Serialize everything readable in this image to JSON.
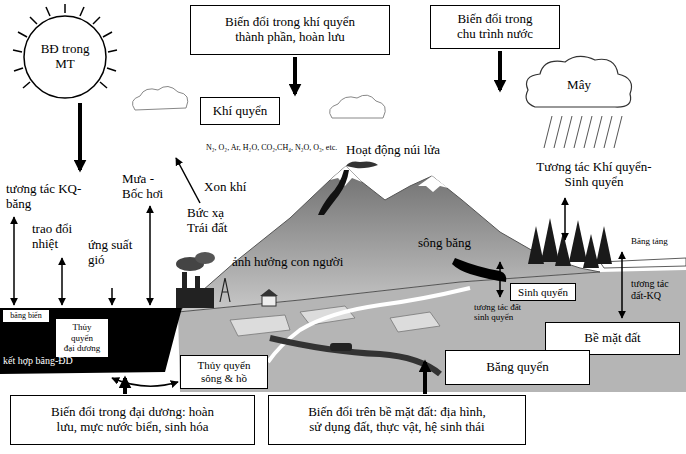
{
  "diagram": {
    "nodes": [
      {
        "text": [
          "BĐ trong MT"
        ]
      },
      {
        "text": [
          "Biến đổi trong khí quyển thành phần, hoàn lưu"
        ]
      },
      {
        "text": [
          "Biến đổi trong chu trình nước"
        ]
      },
      {
        "text": [
          "Mây"
        ]
      },
      {
        "text": [
          "Khí quyển"
        ]
      },
      {
        "text": [
          "Sinh quyển"
        ]
      },
      {
        "text": [
          "băng biển"
        ]
      },
      {
        "text": [
          "Thủy quyển đại dương"
        ]
      },
      {
        "text": [
          "Bề mặt đất"
        ]
      },
      {
        "text": [
          "Băng quyển"
        ]
      },
      {
        "text": [
          "Thủy quyển sông & hồ"
        ]
      },
      {
        "text": [
          "Biến đổi trong đại dương: hoàn lưu, mực nước biển, sinh hóa"
        ]
      },
      {
        "text": [
          "Biến đổi trên bề mặt đất: địa hình, sử dụng đất, thực vật, hệ sinh thái"
        ]
      }
    ],
    "labels": [
      "N₂, O₂, Ar, H₂O, CO₂,CH₄, N₂O, O₃, etc.",
      "Xon khí",
      "Hoạt động núi lửa",
      "Bức xạ Trái đất",
      "tương tác KQ-băng",
      "trao đổi nhiệt",
      "ứng suất gió",
      "Mưa - Bốc hơi",
      "ảnh hưởng con người",
      "sông băng",
      "Tương tác Khí quyển-Sinh quyển",
      "Băng tảng",
      "tương tác đất-KQ",
      "tương tác đất sinh quyển",
      "kết hợp băng-ĐD"
    ]
  }
}
